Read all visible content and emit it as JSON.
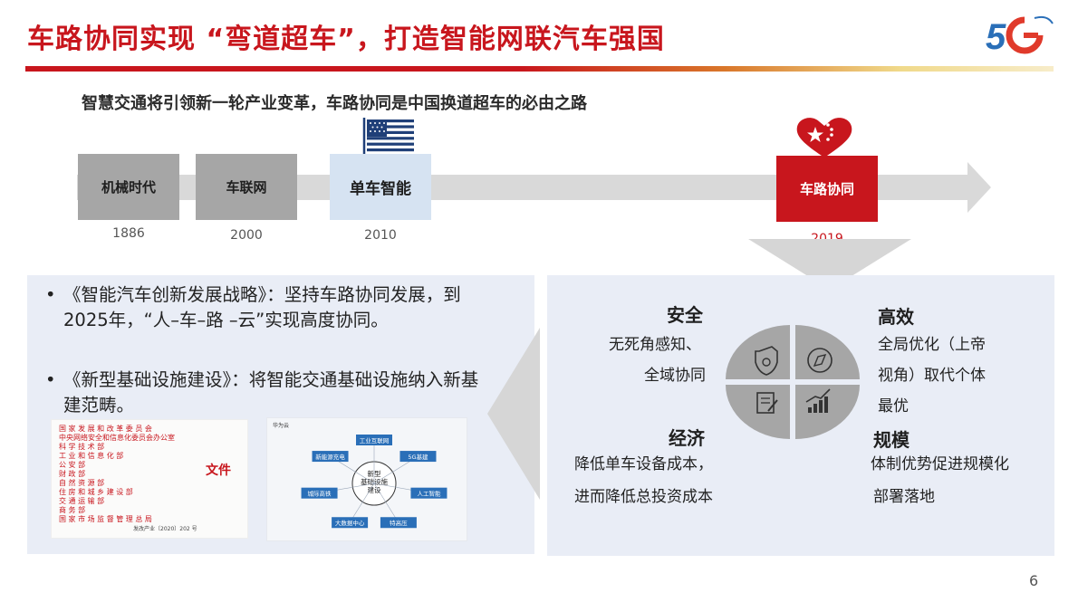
{
  "header": {
    "title": "车路协同实现 “弯道超车”，打造智能网联汽车强国",
    "logo_text": "5G",
    "subtitle": "智慧交通将引领新一轮产业变革，车路协同是中国换道超车的必由之路"
  },
  "timeline": {
    "eras": [
      {
        "label": "机械时代",
        "year": "1886"
      },
      {
        "label": "车联网",
        "year": "2000"
      },
      {
        "label": "单车智能",
        "year": "2010"
      },
      {
        "label": "车路协同",
        "year": "2019"
      }
    ]
  },
  "left_panel": {
    "bullets": [
      {
        "marker": "•",
        "text": "《智能汽车创新发展战略》：坚持车路协同发展，到2025年，“人–车–路 –云”实现高度协同。"
      },
      {
        "marker": "•",
        "text": "《新型基础设施建设》：将智能交通基础设施纳入新基建范畴。"
      }
    ],
    "doc_image_1": {
      "lines": [
        "国 家 发 展 和 改 革 委 员 会",
        "中央网络安全和信息化委员会办公室",
        "科    学    技    术    部",
        "工  业  和  信  息  化  部",
        "公         安         部",
        "财         政         部",
        "自    然    资    源    部",
        "住  房  和  城  乡  建  设  部",
        "交    通    运    输    部",
        "商         务         部",
        "国 家 市 场 监 督 管 理 总 局"
      ],
      "stamp": "文件",
      "footer": "发改产业〔2020〕202 号"
    },
    "doc_image_2": {
      "center": "新型\n基础设施\n建设",
      "nodes": [
        "工业互联网",
        "5G基建",
        "人工智能",
        "特高压",
        "大数据中心",
        "城际高铁",
        "新能源充电"
      ],
      "brand": "华为云"
    }
  },
  "right_panel": {
    "safety": {
      "title": "安全",
      "desc": [
        "无死角感知、",
        "全域协同"
      ]
    },
    "efficiency": {
      "title": "高效",
      "desc": [
        "全局优化（上帝",
        "视角）取代个体",
        "最优"
      ]
    },
    "economy": {
      "title": "经济",
      "desc": [
        "降低单车设备成本，",
        "进而降低总投资成本"
      ]
    },
    "scale": {
      "title": "规模",
      "desc": [
        "体制优势促进规模化",
        "部署落地"
      ]
    }
  },
  "icons": [
    "us-flag-icon",
    "china-heart-icon",
    "shield-icon",
    "compass-icon",
    "document-icon",
    "chart-growth-icon"
  ],
  "colors": {
    "brand_red": "#c8161d",
    "panel_bg": "#e9edf6",
    "gray_box": "#a6a6a6",
    "light_blue_box": "#d6e3f2"
  },
  "footer": {
    "page_number": "6"
  }
}
